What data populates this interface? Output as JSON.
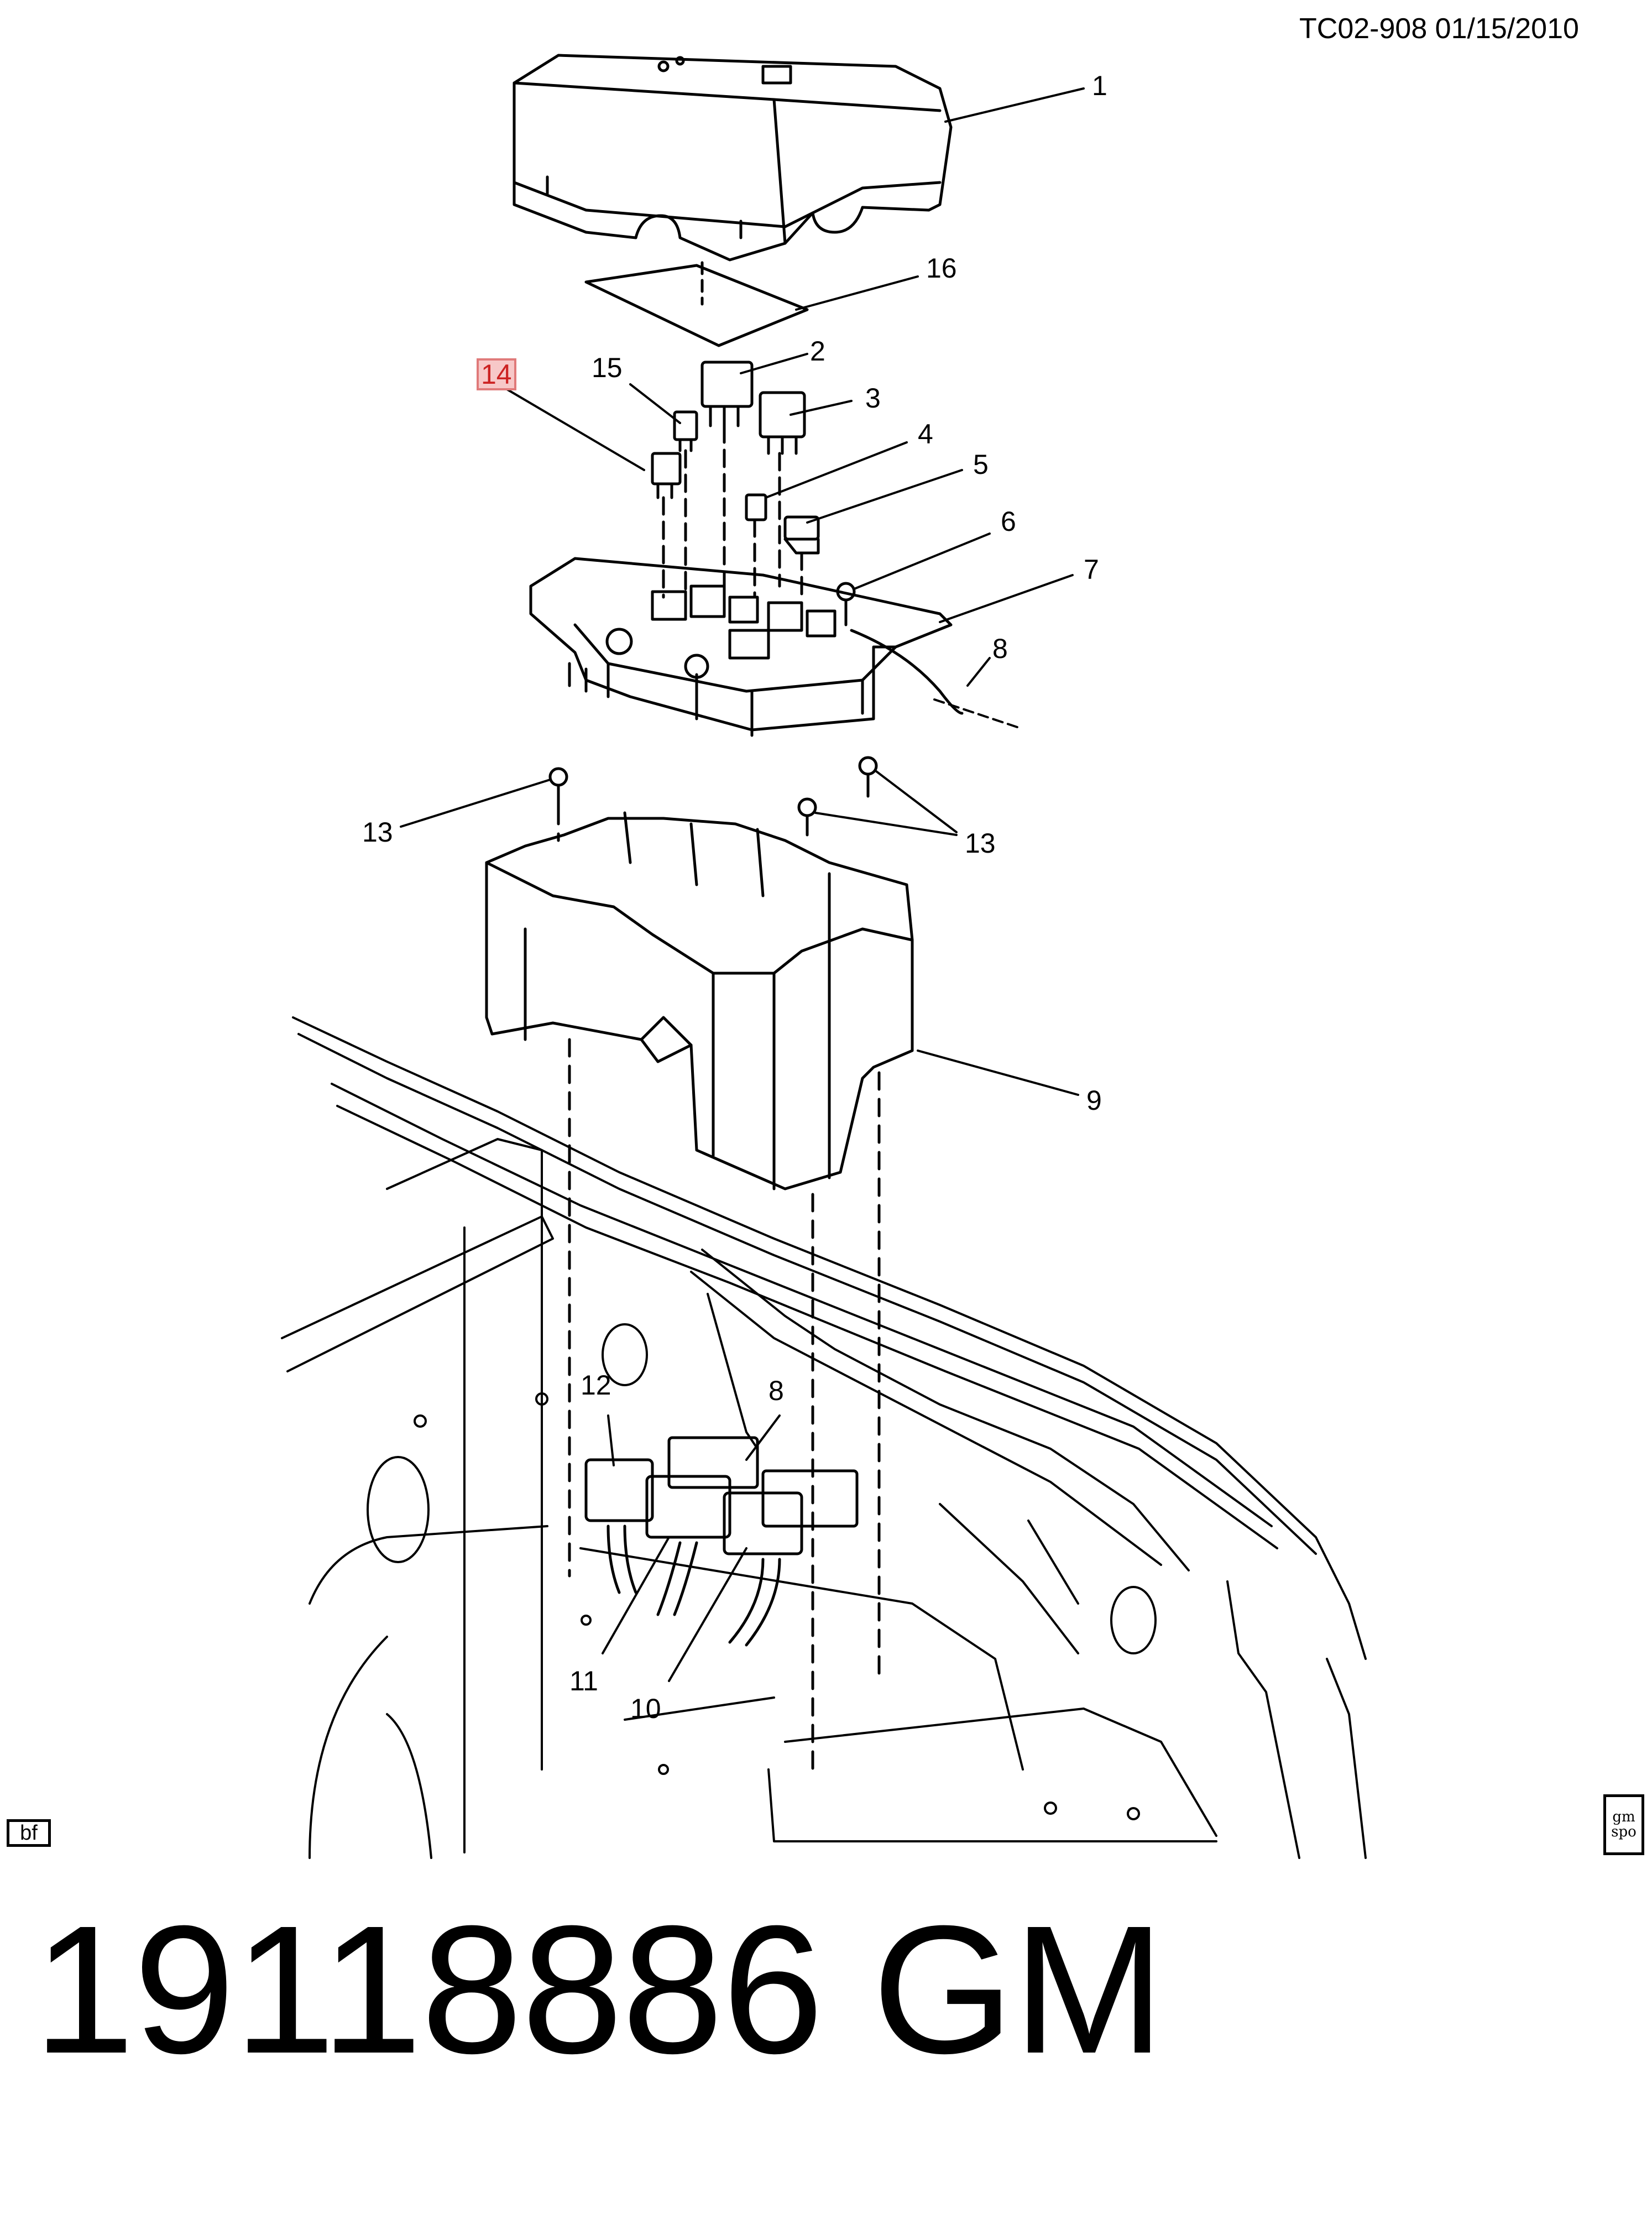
{
  "header": {
    "code": "TC02-908  01/15/2010"
  },
  "callouts": [
    {
      "id": "c1",
      "text": "1"
    },
    {
      "id": "c16",
      "text": "16"
    },
    {
      "id": "c2",
      "text": "2"
    },
    {
      "id": "c14",
      "text": "14"
    },
    {
      "id": "c15",
      "text": "15"
    },
    {
      "id": "c3",
      "text": "3"
    },
    {
      "id": "c4",
      "text": "4"
    },
    {
      "id": "c5",
      "text": "5"
    },
    {
      "id": "c6",
      "text": "6"
    },
    {
      "id": "c7",
      "text": "7"
    },
    {
      "id": "c8a",
      "text": "8"
    },
    {
      "id": "c13a",
      "text": "13"
    },
    {
      "id": "c13b",
      "text": "13"
    },
    {
      "id": "c9",
      "text": "9"
    },
    {
      "id": "c12",
      "text": "12"
    },
    {
      "id": "c8b",
      "text": "8"
    },
    {
      "id": "c11",
      "text": "11"
    },
    {
      "id": "c10",
      "text": "10"
    }
  ],
  "badge": {
    "text": "bf"
  },
  "logo": {
    "line1": "gm",
    "line2": "spo"
  },
  "part_number": {
    "text": "19118886   GM"
  },
  "colors": {
    "highlight": "#cc2222",
    "line": "#000000"
  }
}
